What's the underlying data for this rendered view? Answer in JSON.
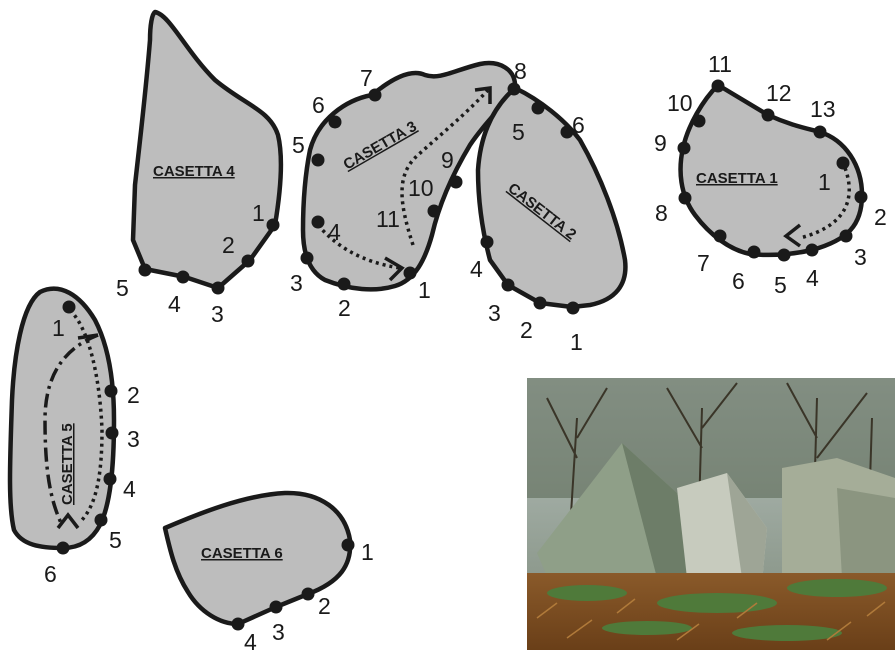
{
  "boulders": {
    "c1": {
      "label": "CASETTA 1",
      "numbers": [
        "1",
        "2",
        "3",
        "4",
        "5",
        "6",
        "7",
        "8",
        "9",
        "10",
        "11",
        "12",
        "13"
      ]
    },
    "c2": {
      "label": "CASETTA 2",
      "numbers": [
        "1",
        "2",
        "3",
        "4",
        "5",
        "6",
        "8"
      ]
    },
    "c3": {
      "label": "CASETTA 3",
      "numbers": [
        "1",
        "2",
        "3",
        "4",
        "5",
        "6",
        "7",
        "9",
        "10",
        "11"
      ]
    },
    "c4": {
      "label": "CASETTA 4",
      "numbers": [
        "1",
        "2",
        "3",
        "4",
        "5"
      ]
    },
    "c5": {
      "label": "CASETTA 5",
      "numbers": [
        "1",
        "2",
        "3",
        "4",
        "5",
        "6"
      ]
    },
    "c6": {
      "label": "CASETTA 6",
      "numbers": [
        "1",
        "2",
        "3",
        "4"
      ]
    }
  },
  "colors": {
    "boulder_fill": "#bdbdbd",
    "outline": "#1a1a1a",
    "background": "#ffffff"
  },
  "photo": {
    "subject": "boulders among bare trees and dry ferns"
  }
}
